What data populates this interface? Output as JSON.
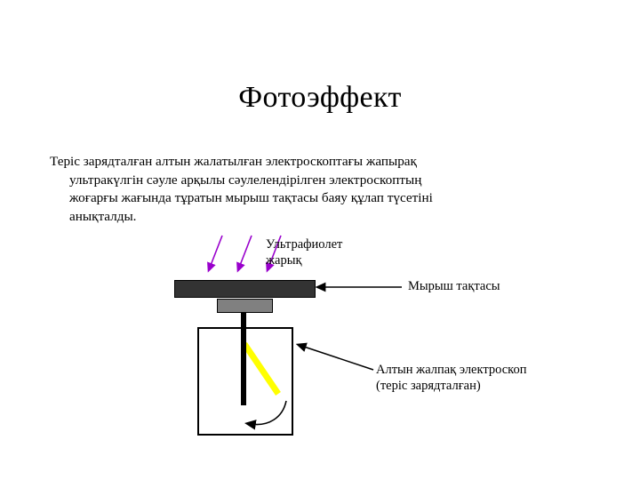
{
  "slide": {
    "background_color": "#ffffff",
    "title": "Фотоэффект",
    "body_text": "Теріс зарядталған алтын жалатылған электроскоптағы жапырақ ультракүлгін сәуле арқылы сәулелендірілген электроскоптың жоғарғы жағында тұратын мырыш тақтасы баяу құлап түсетіні анықталды."
  },
  "diagram": {
    "labels": {
      "uv_light": "Ультрафиолет\nжарық",
      "uv_light_line1": "Ультрафиолет",
      "uv_light_line2": "жарық",
      "zinc_plate": "Мырыш тақтасы",
      "electroscope_line1": "Алтын жалпақ электроскоп",
      "electroscope_line2": "(теріс зарядталған)"
    },
    "colors": {
      "uv_arrow": "#9900cc",
      "zinc_plate": "#333333",
      "gray_block": "#808080",
      "rod": "#000000",
      "gold_leaf": "#ffff00",
      "outline": "#000000"
    },
    "parts": {
      "zinc_plate_name": "zinc-plate",
      "insulator_name": "gray-insulator-block",
      "rod_name": "metal-rod",
      "gold_leaf_name": "gold-leaf",
      "electroscope_case_name": "electroscope-case"
    },
    "uv_ray_count": 3
  }
}
